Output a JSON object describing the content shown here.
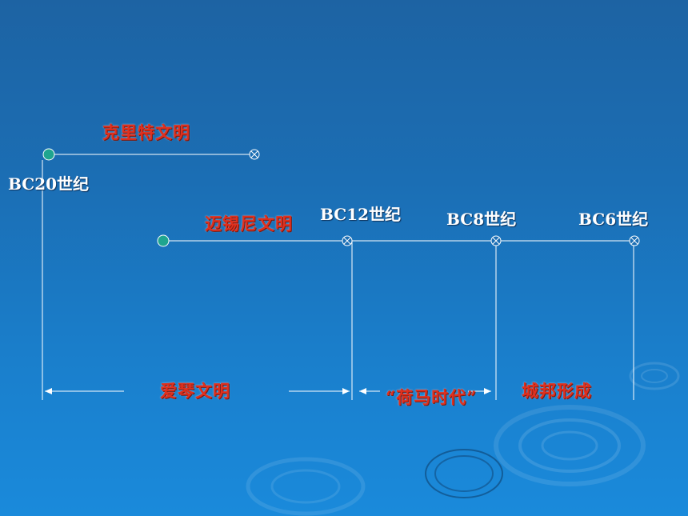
{
  "colors": {
    "line": "#ffffff",
    "start_marker": "#1fa58f",
    "label_red": "#e0301e",
    "label_white": "#ffffff"
  },
  "timelines": {
    "crete": "克里特文明",
    "mycenae": "迈锡尼文明",
    "aegean": "爱琴文明",
    "homer": "“荷马时代”",
    "polis": "城邦形成"
  },
  "dates": {
    "bc20": "BC20世纪",
    "bc12": "BC12世纪",
    "bc8": "BC8世纪",
    "bc6": "BC6世纪"
  }
}
